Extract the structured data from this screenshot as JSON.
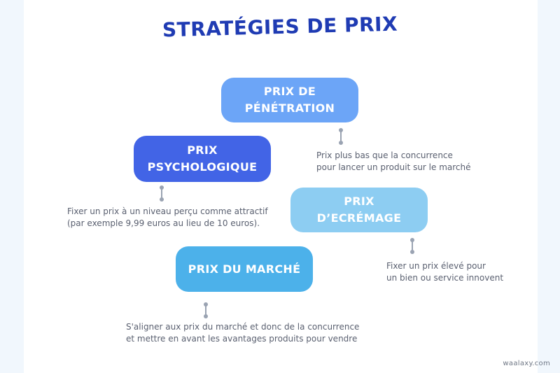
{
  "title": "STRATÉGIES DE PRIX",
  "strategies": [
    {
      "label_lines": [
        "PRIX DE",
        "PÉNÉTRATION"
      ],
      "description_lines": [
        "Prix plus bas que la concurrence",
        "pour lancer un produit sur le marché"
      ],
      "color": "#6ca5f7"
    },
    {
      "label_lines": [
        "PRIX",
        "PSYCHOLOGIQUE"
      ],
      "description_lines": [
        "Fixer un prix à un niveau perçu comme attractif",
        "(par exemple 9,99 euros au lieu de 10 euros)."
      ],
      "color": "#4264e6"
    },
    {
      "label_lines": [
        "PRIX D’ECRÉMAGE"
      ],
      "description_lines": [
        "Fixer un prix élevé pour",
        "un bien ou service innovent"
      ],
      "color": "#8dcdf2"
    },
    {
      "label_lines": [
        "PRIX DU MARCHÉ"
      ],
      "description_lines": [
        "S'aligner aux prix du marché et donc de la concurrence",
        "et mettre en avant les avantages produits pour vendre"
      ],
      "color": "#4cb1ea"
    }
  ],
  "watermark": "waalaxy.com"
}
